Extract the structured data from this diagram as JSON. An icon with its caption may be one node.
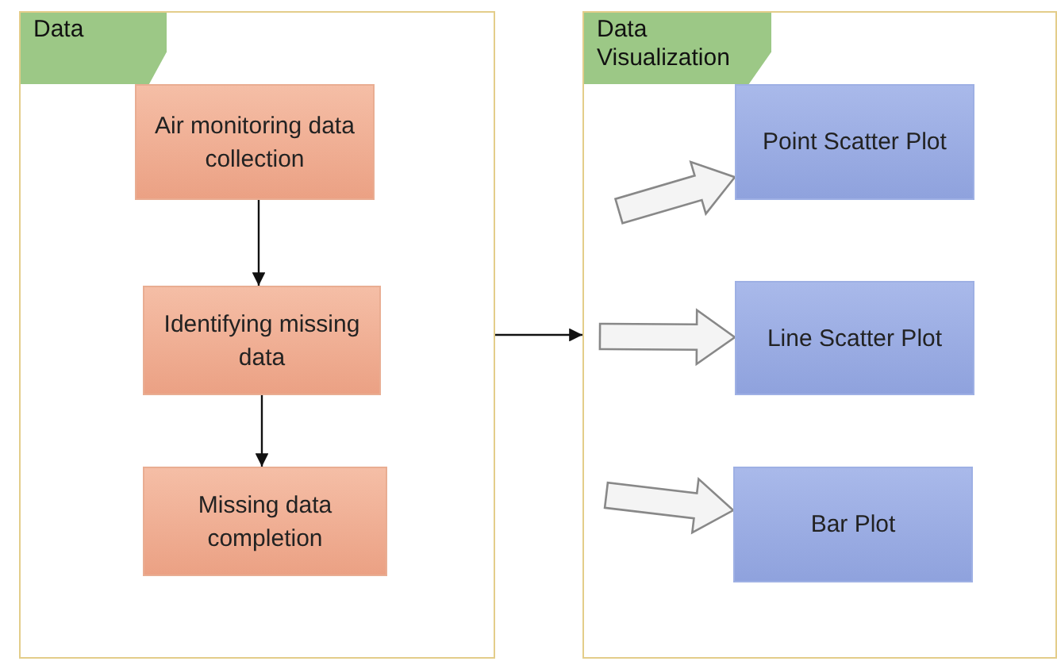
{
  "diagram": {
    "nodes": [
      {
        "text": [
          "Data"
        ]
      },
      {
        "text": [
          "Air monitoring data collection"
        ],
        "in": 0
      },
      {
        "text": [
          "Identifying missing data"
        ],
        "in": 0
      },
      {
        "text": [
          "Missing data completion"
        ],
        "in": 0
      },
      {
        "text": [
          "Data Visualization"
        ]
      },
      {
        "text": [
          "Point Scatter Plot"
        ],
        "in": 4
      },
      {
        "text": [
          "Line Scatter Plot"
        ],
        "in": 4
      },
      {
        "text": [
          "Bar Plot"
        ],
        "in": 4
      }
    ],
    "edges": [
      {
        "from": 1,
        "to": 2,
        "arrow": "to"
      },
      {
        "from": 2,
        "to": 3,
        "arrow": "to"
      },
      {
        "from": 0,
        "to": 4,
        "arrow": "to"
      },
      {
        "from": null,
        "to": 5,
        "arrow": "to",
        "style": "thick"
      },
      {
        "from": null,
        "to": 6,
        "arrow": "to",
        "style": "thick"
      },
      {
        "from": null,
        "to": 7,
        "arrow": "to",
        "style": "thick"
      }
    ]
  }
}
